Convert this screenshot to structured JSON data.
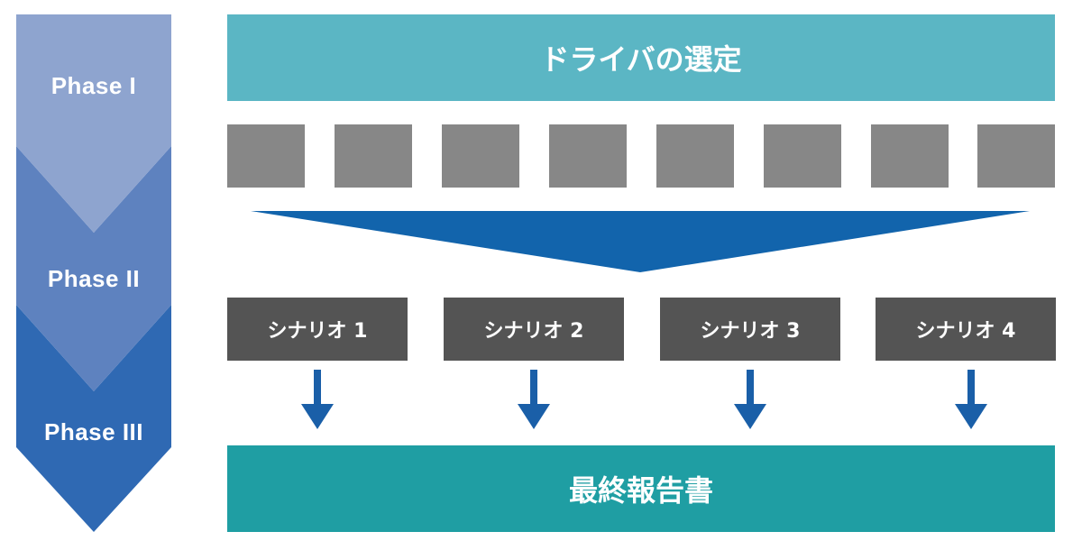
{
  "phases": [
    {
      "label": "Phase I",
      "color": "#8ea4cf"
    },
    {
      "label": "Phase II",
      "color": "#5e82bf"
    },
    {
      "label": "Phase III",
      "color": "#2f69b3"
    }
  ],
  "top_banner": {
    "label": "ドライバの選定",
    "color": "#5bb6c4"
  },
  "drivers": {
    "color": "#878787"
  },
  "funnel": {
    "color": "#1264ac"
  },
  "scenarios": [
    {
      "label": "シナリオ 1"
    },
    {
      "label": "シナリオ 2"
    },
    {
      "label": "シナリオ 3"
    },
    {
      "label": "シナリオ 4"
    }
  ],
  "arrow_color": "#1a5fa8",
  "bottom_banner": {
    "label": "最終報告書",
    "color": "#1f9ea3"
  }
}
